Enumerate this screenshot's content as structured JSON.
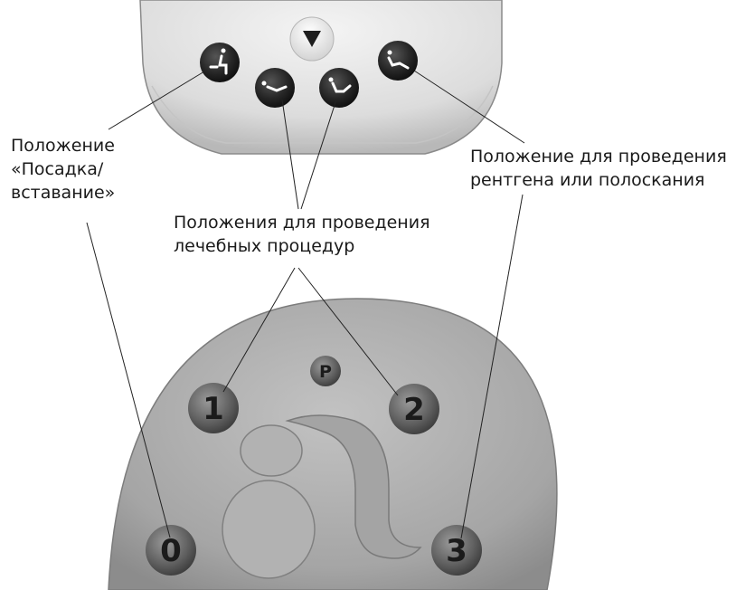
{
  "labels": {
    "sit_stand": [
      "Положение",
      "«Посадка/",
      "вставание»"
    ],
    "treatment": [
      "Положения для проведения",
      "лечебных процедур"
    ],
    "xray": [
      "Положение для проведения",
      "рентгена или полоскания"
    ]
  },
  "lower_panel": {
    "buttons": [
      "P",
      "1",
      "2",
      "0",
      "3"
    ]
  },
  "colors": {
    "upper_panel": "#e2e2e2",
    "lower_panel": "#a9a9a9",
    "dark_button": "#2a2a2a",
    "round_button": "#6e6e6e"
  }
}
